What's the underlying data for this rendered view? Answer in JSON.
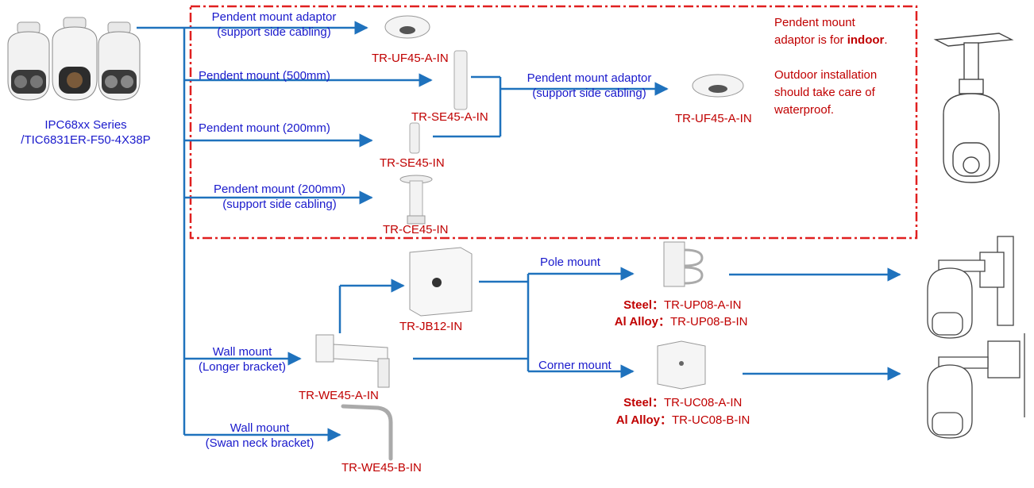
{
  "colors": {
    "line": "#1f72bd",
    "label_blue": "#1a1acc",
    "model_red": "#c00000",
    "dashed_border": "#e02020"
  },
  "camera": {
    "series_line1": "IPC68xx Series",
    "series_line2": "/TIC6831ER-F50-4X38P"
  },
  "branches": {
    "pendent_adaptor": {
      "label1": "Pendent  mount adaptor",
      "label2": "(support side cabling)",
      "model": "TR-UF45-A-IN"
    },
    "pendent_500": {
      "label": "Pendent  mount (500mm)",
      "model": "TR-SE45-A-IN"
    },
    "pendent_200": {
      "label": "Pendent  mount (200mm)",
      "model": "TR-SE45-IN"
    },
    "pendent_200_side": {
      "label1": "Pendent  mount (200mm)",
      "label2": "(support side cabling)",
      "model": "TR-CE45-IN"
    },
    "pendent_adaptor_2": {
      "label1": "Pendent  mount adaptor",
      "label2": "(support side cabling)",
      "model": "TR-UF45-A-IN"
    },
    "wall_longer": {
      "label1": "Wall mount",
      "label2": "(Longer bracket)",
      "model": "TR-WE45-A-IN"
    },
    "junction_box": {
      "model": "TR-JB12-IN"
    },
    "wall_swan": {
      "label1": "Wall mount",
      "label2": "(Swan neck bracket)",
      "model": "TR-WE45-B-IN"
    },
    "pole_mount": {
      "label": "Pole mount",
      "steel_label": "Steel：",
      "steel_model": "TR-UP08-A-IN",
      "alloy_label": "Al Alloy：",
      "alloy_model": "TR-UP08-B-IN"
    },
    "corner_mount": {
      "label": "Corner mount",
      "steel_label": "Steel：",
      "steel_model": "TR-UC08-A-IN",
      "alloy_label": "Al Alloy：",
      "alloy_model": "TR-UC08-B-IN"
    }
  },
  "note": {
    "line1": "Pendent  mount",
    "line2_pre": "adaptor is for ",
    "line2_bold": "indoor",
    "line2_post": ".",
    "line3": "Outdoor installation",
    "line4": "should take care of",
    "line5": "waterproof."
  },
  "icons": [
    "ptz-camera-icon",
    "pendent-adaptor-icon",
    "pendent-pole-icon",
    "wall-bracket-icon",
    "junction-box-icon",
    "pole-mount-icon",
    "corner-mount-icon",
    "swan-neck-icon",
    "installed-camera-icon"
  ]
}
